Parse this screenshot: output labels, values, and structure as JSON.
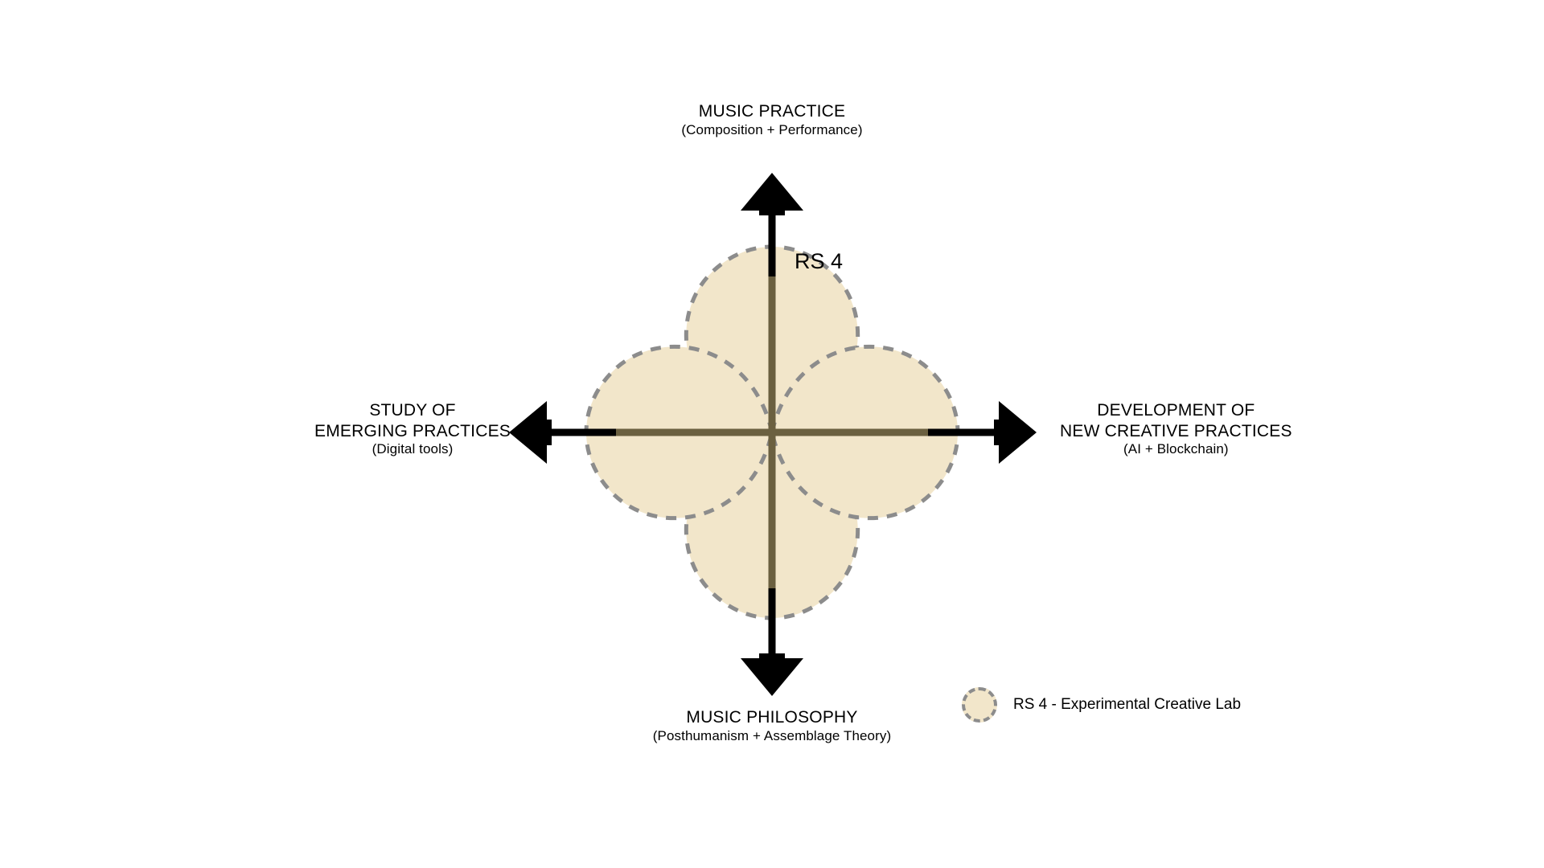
{
  "diagram": {
    "title_label": "RS 4",
    "axes": {
      "top": {
        "title": "MUSIC PRACTICE",
        "subtitle": "(Composition + Performance)"
      },
      "bottom": {
        "title": "MUSIC PHILOSOPHY",
        "subtitle": "(Posthumanism + Assemblage Theory)"
      },
      "left": {
        "title_line1": "STUDY OF",
        "title_line2": "EMERGING PRACTICES",
        "subtitle": "(Digital tools)"
      },
      "right": {
        "title_line1": "DEVELOPMENT OF",
        "title_line2": "NEW CREATIVE PRACTICES",
        "subtitle": "(AI + Blockchain)"
      }
    },
    "legend": {
      "items": [
        {
          "swatch_icon": "dashed-circle-icon",
          "label": "RS 4 - Experimental Creative Lab"
        }
      ]
    },
    "colors": {
      "petal_fill": "#f2e6ca",
      "petal_stroke": "#8c8c8c",
      "axis": "#000000",
      "axis_overlap": "#6b6040",
      "background": "#ffffff",
      "text": "#000000"
    }
  },
  "chart_data": {
    "type": "radar",
    "title": "RS 4",
    "center": [
      960,
      538
    ],
    "axes_labels": [
      "MUSIC PRACTICE (Composition + Performance)",
      "DEVELOPMENT OF NEW CREATIVE PRACTICES (AI + Blockchain)",
      "MUSIC PHILOSOPHY (Posthumanism + Assemblage Theory)",
      "STUDY OF EMERGING PRACTICES (Digital tools)"
    ],
    "directions": [
      "up",
      "right",
      "down",
      "left"
    ],
    "series": [
      {
        "name": "RS 4 - Experimental Creative Lab",
        "values": [
          196,
          196,
          196,
          196
        ],
        "fill": "#f2e6ca",
        "stroke": "#8c8c8c",
        "stroke_style": "dashed"
      }
    ],
    "petal_lobe_radius": 196,
    "legend_position": "bottom-right",
    "grid": false
  }
}
